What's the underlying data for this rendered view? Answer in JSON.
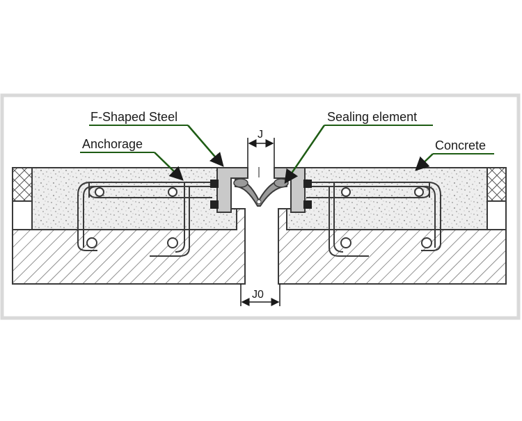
{
  "labels": {
    "f_shaped_steel": "F-Shaped Steel",
    "anchorage": "Anchorage",
    "sealing_element": "Sealing element",
    "concrete": "Concrete",
    "gap_j": "J",
    "gap_j0": "J0"
  },
  "colors": {
    "leader_line": "#1e5c14",
    "outline": "#3a3a3a",
    "concrete_fill": "#ececec",
    "frame": "#d9d9d9"
  }
}
